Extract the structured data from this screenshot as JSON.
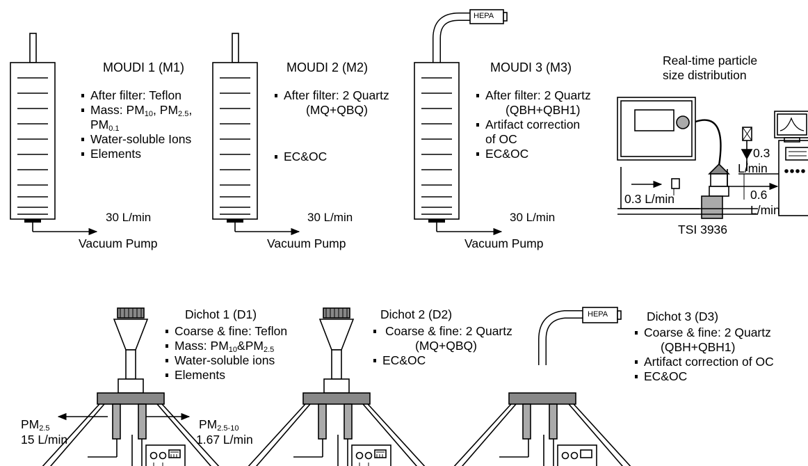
{
  "moudi": [
    {
      "title": "MOUDI 1 (M1)",
      "bullets": [
        "After filter: Teflon",
        "Mass: PM",
        "Water-soluble Ions",
        "Elements"
      ],
      "mass_parts": {
        "pm10_sub": "10",
        "pm25_sub": "2.5",
        "pm01_sub": "0.1",
        "pm_label": "PM"
      },
      "flow": "30 L/min",
      "pump": "Vacuum Pump"
    },
    {
      "title": "MOUDI 2 (M2)",
      "bullets": [
        "After filter: 2 Quartz",
        "(MQ+QBQ)",
        "EC&OC"
      ],
      "flow": "30 L/min",
      "pump": "Vacuum Pump"
    },
    {
      "title": "MOUDI 3 (M3)",
      "bullets": [
        "After filter: 2 Quartz",
        "(QBH+QBH1)",
        "Artifact correction",
        "of OC",
        "EC&OC"
      ],
      "flow": "30 L/min",
      "pump": "Vacuum Pump",
      "hepa": "HEPA"
    }
  ],
  "tsi": {
    "title_line1": "Real-time particle",
    "title_line2": "size distribution",
    "inlet_flow": "0.3 L/min",
    "flow_a_value": "0.3",
    "flow_a_unit": "L/min",
    "flow_b_value": "0.6",
    "flow_b_unit": "L/min",
    "model": "TSI 3936"
  },
  "dichot": [
    {
      "title": "Dichot 1 (D1)",
      "bullets": [
        "Coarse & fine: Teflon",
        "Mass: PM",
        "Water-soluble ions",
        "Elements"
      ],
      "mass_parts": {
        "pm_label": "PM",
        "pm10_sub": "10",
        "amp": "&",
        "pm25_sub": "2.5"
      },
      "fine_label_sub": "2.5",
      "fine_flow": "15 L/min",
      "coarse_label_sub": "2.5-10",
      "coarse_flow": "1.67 L/min"
    },
    {
      "title": "Dichot 2 (D2)",
      "bullets": [
        "Coarse & fine: 2 Quartz",
        "(MQ+QBQ)",
        "EC&OC"
      ]
    },
    {
      "title": "Dichot 3 (D3)",
      "bullets": [
        "Coarse & fine: 2 Quartz",
        "(QBH+QBH1)",
        "Artifact correction  of OC",
        "EC&OC"
      ],
      "hepa": "HEPA"
    }
  ]
}
